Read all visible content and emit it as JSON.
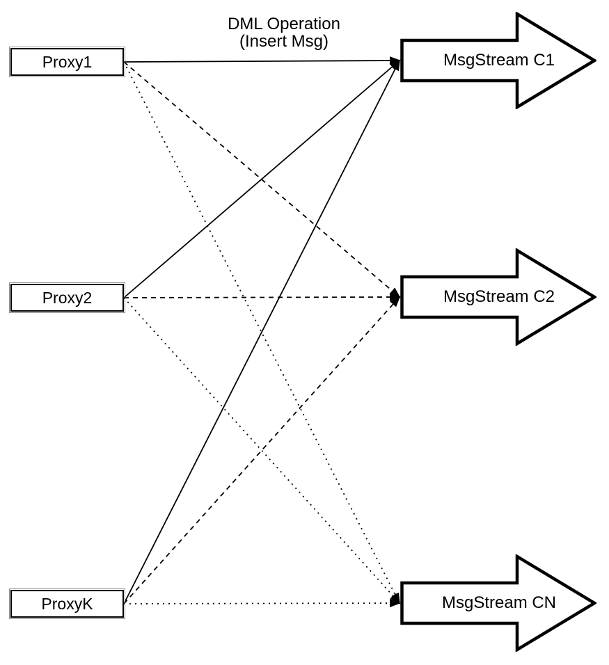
{
  "diagram": {
    "annotation": {
      "line1": "DML Operation",
      "line2": "(Insert Msg)"
    },
    "proxies": [
      {
        "label": "Proxy1"
      },
      {
        "label": "Proxy2"
      },
      {
        "label": "ProxyK"
      }
    ],
    "streams": [
      {
        "label": "MsgStream C1"
      },
      {
        "label": "MsgStream C2"
      },
      {
        "label": "MsgStream CN"
      }
    ],
    "edges": [
      {
        "from": "Proxy1",
        "to": "MsgStream C1",
        "style": "solid"
      },
      {
        "from": "Proxy2",
        "to": "MsgStream C1",
        "style": "solid"
      },
      {
        "from": "ProxyK",
        "to": "MsgStream C1",
        "style": "solid"
      },
      {
        "from": "Proxy1",
        "to": "MsgStream C2",
        "style": "dashed"
      },
      {
        "from": "Proxy2",
        "to": "MsgStream C2",
        "style": "dashed"
      },
      {
        "from": "ProxyK",
        "to": "MsgStream C2",
        "style": "dashed"
      },
      {
        "from": "Proxy1",
        "to": "MsgStream CN",
        "style": "dotted"
      },
      {
        "from": "Proxy2",
        "to": "MsgStream CN",
        "style": "dotted"
      },
      {
        "from": "ProxyK",
        "to": "MsgStream CN",
        "style": "dotted"
      }
    ],
    "colors": {
      "ink": "#000000",
      "background": "#ffffff"
    }
  }
}
